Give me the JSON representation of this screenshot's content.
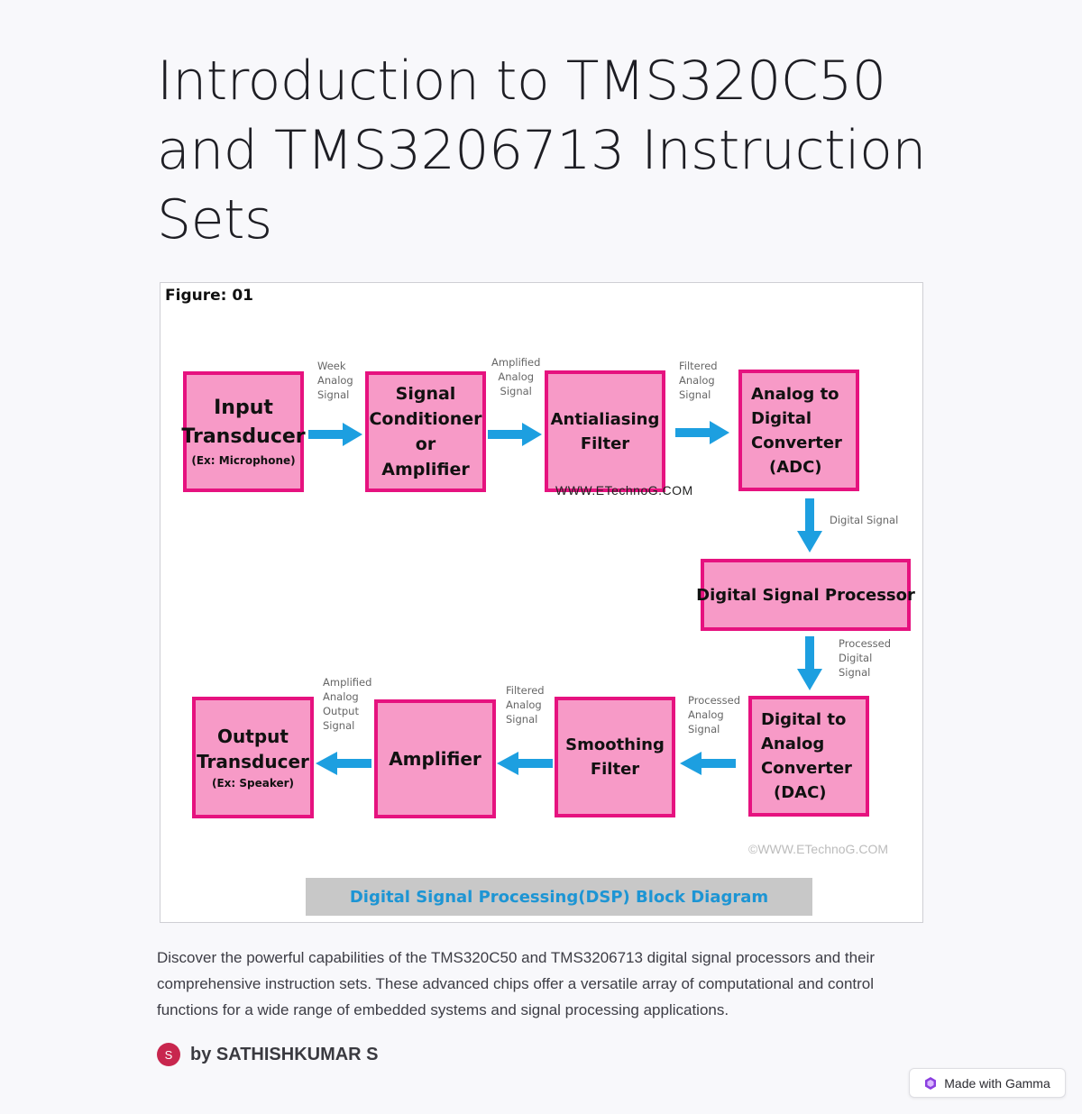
{
  "title": "Introduction to TMS320C50 and TMS3206713 Instruction Sets",
  "figure": {
    "label": "Figure: 01",
    "blocks": {
      "input_transducer": {
        "line1": "Input",
        "line2": "Transducer",
        "sub": "(Ex: Microphone)"
      },
      "signal_conditioner": {
        "line1": "Signal",
        "line2": "Conditioner",
        "line3": "or",
        "line4": "Amplifier"
      },
      "antialiasing": {
        "line1": "Antialiasing",
        "line2": "Filter"
      },
      "adc": {
        "line1": "Analog to",
        "line2": "Digital",
        "line3": "Converter",
        "line4": "(ADC)"
      },
      "dsp": {
        "line1": "Digital Signal Processor"
      },
      "dac": {
        "line1": "Digital to",
        "line2": "Analog",
        "line3": "Converter",
        "line4": "(DAC)"
      },
      "smoothing": {
        "line1": "Smoothing",
        "line2": "Filter"
      },
      "amplifier": {
        "line1": "Amplifier"
      },
      "output_transducer": {
        "line1": "Output",
        "line2": "Transducer",
        "sub": "(Ex: Speaker)"
      }
    },
    "signals": {
      "week_analog": [
        "Week",
        "Analog",
        "Signal"
      ],
      "amplified_analog": [
        "Amplified",
        "Analog",
        "Signal"
      ],
      "filtered_analog": [
        "Filtered",
        "Analog",
        "Signal"
      ],
      "digital": [
        "Digital Signal"
      ],
      "processed_digital": [
        "Processed",
        "Digital",
        "Signal"
      ],
      "processed_analog": [
        "Processed",
        "Analog",
        "Signal"
      ],
      "filtered_analog_2": [
        "Filtered",
        "Analog",
        "Signal"
      ],
      "amplified_analog_output": [
        "Amplified",
        "Analog",
        "Output",
        "Signal"
      ]
    },
    "watermark_center": "WWW.ETechnoG.COM",
    "watermark_corner": "©WWW.ETechnoG.COM",
    "caption": "Digital Signal Processing(DSP) Block Diagram",
    "colors": {
      "block_fill": "#f79ac7",
      "block_border": "#e6127f",
      "arrow": "#1d9fe0",
      "caption_text": "#1d95d4"
    }
  },
  "description": "Discover the powerful capabilities of the TMS320C50 and TMS3206713 digital signal processors and their comprehensive instruction sets. These advanced chips offer a versatile array of computational and control functions for a wide range of embedded systems and signal processing applications.",
  "author": {
    "avatar_letter": "S",
    "name": "by SATHISHKUMAR S"
  },
  "badge": {
    "text": "Made with Gamma",
    "icon": "gamma-logo-icon"
  }
}
